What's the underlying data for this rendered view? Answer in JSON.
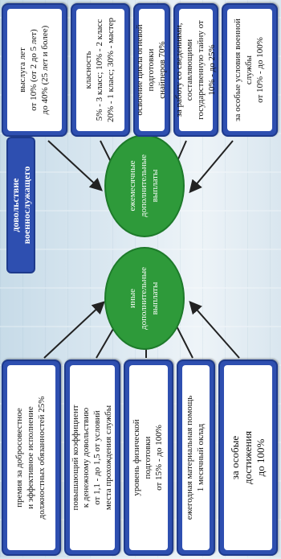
{
  "title": "довольствие\nвоеннослужащего",
  "ellipses": {
    "monthly": "ежемесячные\nдополнительные\nвыплаты",
    "other": "иные\nдополнительные\nвыплаты"
  },
  "right_boxes": [
    "выслуга лет\nот 10% (от 2 до 5 лет)\nдо 40% (25 лет и более)",
    "класность\n5% - 3 класс; 10% - 2 класс\n20% - 1 класс; 30% - мастер",
    "освоение цикла огневой подготовки\nснайперов 70%",
    "за работу со сведениями, составляющими\nгосударственную тайну от 10% - до 25%",
    "за особые условия военной службы\nот 10% - до 100%"
  ],
  "left_boxes": [
    "премия за добросовестное\nи эффективное исполнение\nдолжностных обязанностей 25%",
    "повышающий коэффициент\nк денежному довольствию\nот 1,1 - до 1,5 от условий\nместа прохождения службы",
    "уровень физической\nподготовки\nот 15% - до 100%",
    "ежегодная материальная помощь\n1 месячный оклад",
    "за особые\nдостижения\nдо 100%"
  ],
  "colors": {
    "box_border": "#2e4fb0",
    "ellipse_fill": "#2e9a3a",
    "arrow": "#222222",
    "title_fill": "#2e4fb0"
  }
}
